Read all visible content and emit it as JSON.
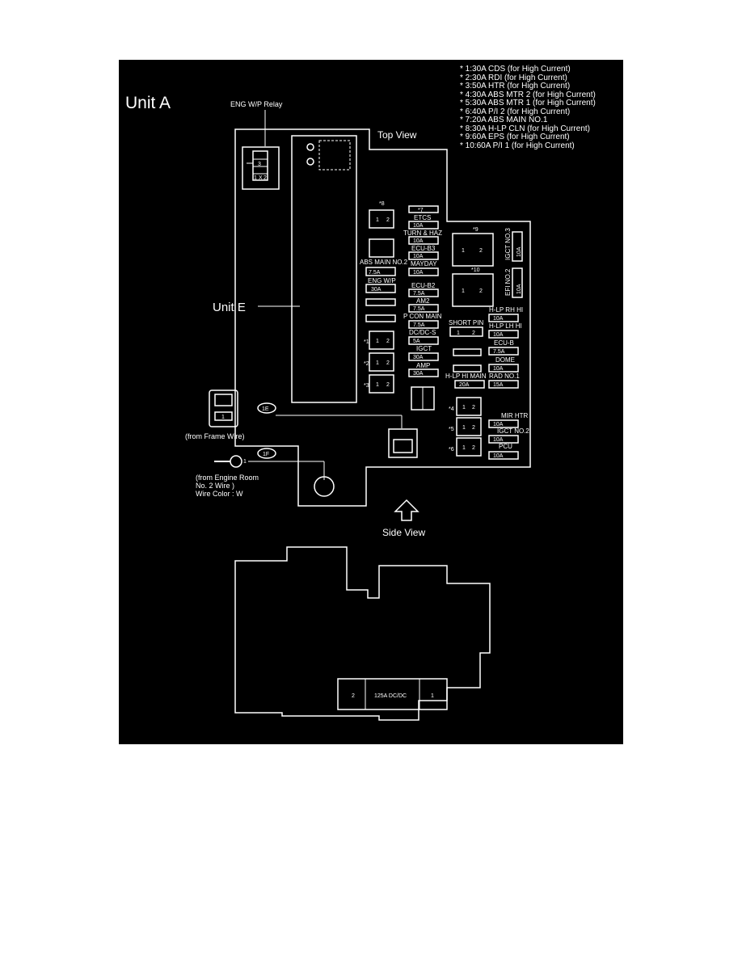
{
  "title": "Unit A",
  "sub_unit": "Unit E",
  "views": {
    "top": "Top View",
    "side": "Side View"
  },
  "relay": {
    "label": "ENG W/P Relay"
  },
  "connectors": {
    "frame": {
      "id": "1E",
      "label": "(from Frame Wire)"
    },
    "engine_room": {
      "id": "1F",
      "label_lines": [
        "(from Engine Room",
        "No. 2 Wire )",
        "Wire Color : W"
      ]
    }
  },
  "notes": [
    "* 1:30A CDS (for High Current)",
    "* 2:30A RDI (for High Current)",
    "* 3:50A HTR (for High Current)",
    "* 4:30A ABS MTR 2 (for High Current)",
    "* 5:30A ABS MTR 1 (for High Current)",
    "* 6:40A P/I 2 (for High Current)",
    "* 7:20A ABS MAIN NO.1",
    "* 8:30A H-LP CLN (for High Current)",
    "* 9:60A EPS (for High Current)",
    "* 10:60A P/I 1 (for High Current)"
  ],
  "fuse_labels": {
    "etcs": "ETCS",
    "turn_haz": "TURN & HAZ",
    "ecu_b3": "ECU-B3",
    "mayday": "MAYDAY",
    "ecu_b2": "ECU-B2",
    "am2": "AM2",
    "p_con_main": "P CON MAIN",
    "dc_dc_s": "DC/DC-S",
    "igct": "IGCT",
    "amp": "AMP",
    "abs_main_no2": "ABS MAIN NO.2",
    "eng_wp": "ENG W/P",
    "short_pin": "SHORT PIN",
    "h_lp_rh_hi": "H-LP RH HI",
    "h_lp_lh_hi": "H-LP LH HI",
    "ecu_b": "ECU-B",
    "dome": "DOME",
    "h_lp_hi_main": "H-LP HI MAIN",
    "rad_no1": "RAD NO.1",
    "mir_htr": "MIR HTR",
    "igct_no2": "IGCT NO.2",
    "pcu": "PCU",
    "igct_no3": "IGCT NO.3",
    "efi_no2": "EFI NO.2"
  },
  "ratings": {
    "etcs": "10A",
    "turn_haz": "10A",
    "ecu_b3": "10A",
    "mayday": "10A",
    "ecu_b2": "7.5A",
    "am2": "7.5A",
    "p_con_main": "7.5A",
    "dc_dc_s": "5A",
    "igct": "30A",
    "amp": "30A",
    "abs_main_no2": "7.5A",
    "eng_wp": "30A",
    "h_lp_rh_hi": "10A",
    "h_lp_lh_hi": "10A",
    "ecu_b": "7.5A",
    "dome": "10A",
    "h_lp_hi_main": "20A",
    "rad_no1": "15A",
    "mir_htr": "10A",
    "igct_no2": "10A",
    "pcu": "10A",
    "igct_no3": "10A",
    "efi_no2": "10A"
  },
  "star_markers": {
    "s1": "*1",
    "s2": "*2",
    "s3": "*3",
    "s4": "*4",
    "s5": "*5",
    "s6": "*6",
    "s7": "*7",
    "s8": "*8",
    "s9": "*9",
    "s10": "*10"
  },
  "pins": {
    "one": "1",
    "two": "2",
    "three": "3",
    "x": "X"
  },
  "dcdc_block": {
    "pin_left": "2",
    "label": "125A DC/DC",
    "pin_right": "1"
  }
}
